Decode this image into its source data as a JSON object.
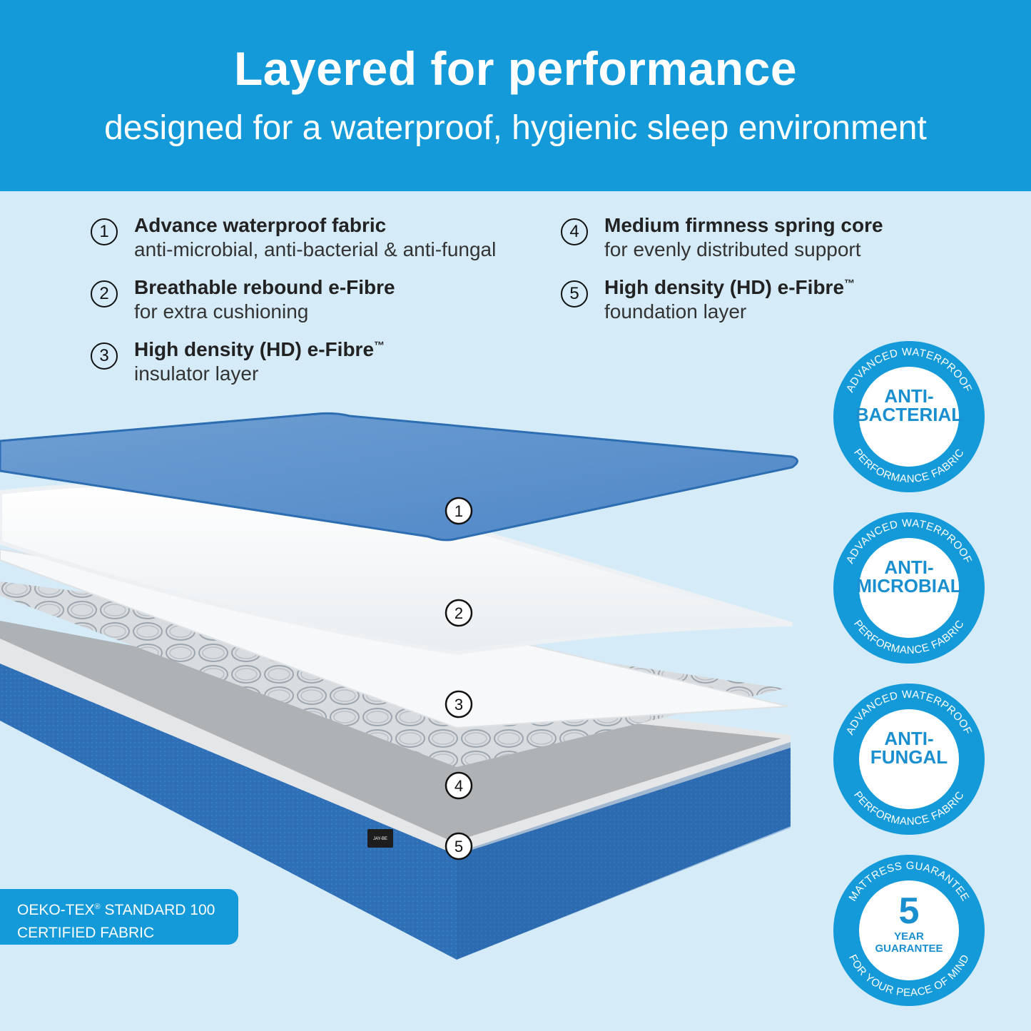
{
  "header": {
    "title": "Layered for performance",
    "subtitle": "designed for a waterproof, hygienic sleep environment"
  },
  "features": [
    {
      "num": "1",
      "title": "Advance waterproof fabric",
      "desc": "anti-microbial, anti-bacterial & anti-fungal"
    },
    {
      "num": "2",
      "title": "Breathable rebound e-Fibre",
      "desc": "for extra cushioning"
    },
    {
      "num": "3",
      "title": "High density (HD) e-Fibre",
      "tm": "™",
      "desc": "insulator layer"
    },
    {
      "num": "4",
      "title": "Medium firmness spring core",
      "desc": "for evenly distributed support"
    },
    {
      "num": "5",
      "title": "High density (HD) e-Fibre",
      "tm": "™",
      "desc": "foundation layer"
    }
  ],
  "layer_markers": [
    "1",
    "2",
    "3",
    "4",
    "5"
  ],
  "oeko": {
    "line1": "OEKO-TEX",
    "reg": "®",
    "line1b": " STANDARD 100",
    "line2": "CERTIFIED FABRIC"
  },
  "badges": [
    {
      "top": "ADVANCED WATERPROOF",
      "line1": "ANTI-",
      "line2": "BACTERIAL",
      "bottom": "PERFORMANCE FABRIC"
    },
    {
      "top": "ADVANCED WATERPROOF",
      "line1": "ANTI-",
      "line2": "MICROBIAL",
      "bottom": "PERFORMANCE FABRIC"
    },
    {
      "top": "ADVANCED WATERPROOF",
      "line1": "ANTI-",
      "line2": "FUNGAL",
      "bottom": "PERFORMANCE FABRIC"
    },
    {
      "top": "MATTRESS GUARANTEE",
      "big": "5",
      "line1": "YEAR",
      "line2": "GUARANTEE",
      "bottom": "FOR YOUR PEACE OF MIND"
    }
  ],
  "label_brand": "JAY-BE",
  "colors": {
    "accent": "#149ad9",
    "background": "#d5ebf8",
    "mattress_blue": "#2f6fb5"
  }
}
